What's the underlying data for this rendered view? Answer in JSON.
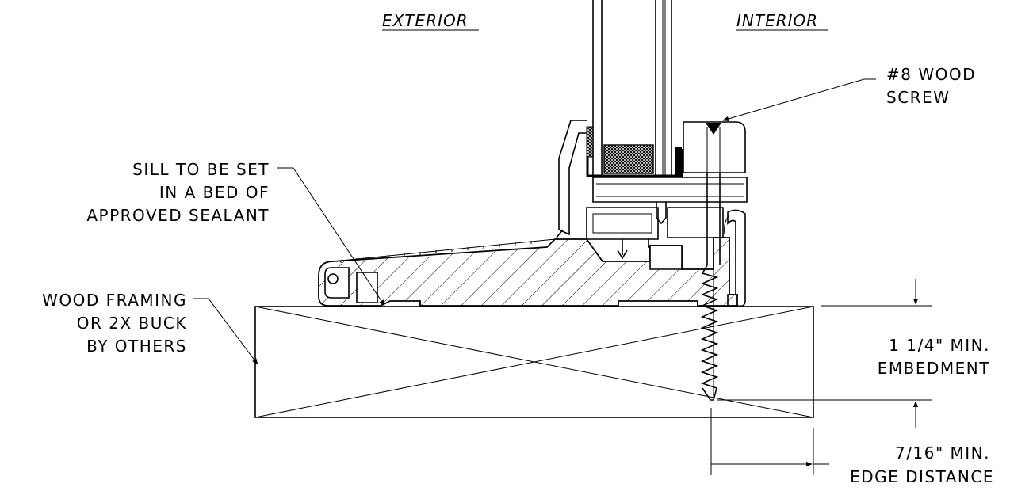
{
  "headers": {
    "exterior": "EXTERIOR",
    "interior": "INTERIOR"
  },
  "notes": {
    "screw_1": "#8 WOOD",
    "screw_2": "SCREW",
    "sill_1": "SILL TO BE SET",
    "sill_2": "IN A BED OF",
    "sill_3": "APPROVED SEALANT",
    "framing_1": "WOOD FRAMING",
    "framing_2": "OR 2X BUCK",
    "framing_3": "BY OTHERS",
    "embed_1": "1 1/4\" MIN.",
    "embed_2": "EMBEDMENT",
    "edge_1": "7/16\" MIN.",
    "edge_2": "EDGE DISTANCE"
  }
}
